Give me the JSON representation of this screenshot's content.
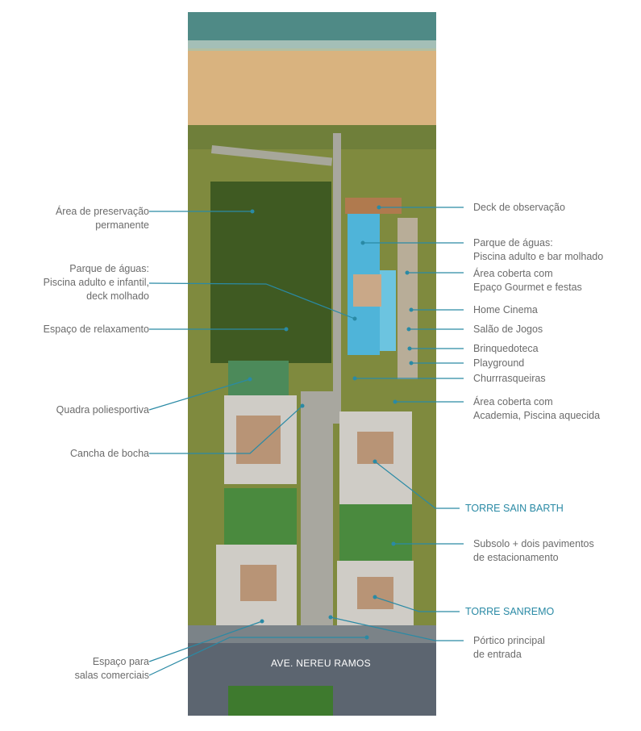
{
  "colors": {
    "leader": "#2a8aa5",
    "label": "#6b6b6b",
    "tower": "#2a8aa5"
  },
  "street": "AVE. NEREU RAMOS",
  "left_labels": [
    {
      "lines": [
        "Área de preservação",
        "permanente"
      ]
    },
    {
      "lines": [
        "Parque de águas:",
        "Piscina adulto e infantil,",
        "deck molhado"
      ]
    },
    {
      "lines": [
        "Espaço de relaxamento"
      ]
    },
    {
      "lines": [
        "Quadra poliesportiva"
      ]
    },
    {
      "lines": [
        "Cancha de bocha"
      ]
    },
    {
      "lines": [
        "Espaço para",
        "salas comerciais"
      ]
    }
  ],
  "right_labels": [
    {
      "lines": [
        "Deck de observação"
      ]
    },
    {
      "lines": [
        "Parque de águas:",
        "Piscina adulto e bar molhado"
      ]
    },
    {
      "lines": [
        "Área coberta com",
        "Epaço Gourmet e festas"
      ]
    },
    {
      "lines": [
        "Home Cinema"
      ]
    },
    {
      "lines": [
        "Salão de Jogos"
      ]
    },
    {
      "lines": [
        "Brinquedoteca"
      ]
    },
    {
      "lines": [
        "Playground"
      ]
    },
    {
      "lines": [
        "Churrrasqueiras"
      ]
    },
    {
      "lines": [
        "Área coberta com",
        "Academia, Piscina aquecida"
      ]
    },
    {
      "lines": [
        "TORRE SAIN BARTH"
      ]
    },
    {
      "lines": [
        "Subsolo + dois pavimentos",
        "de estacionamento"
      ]
    },
    {
      "lines": [
        "TORRE SANREMO"
      ]
    },
    {
      "lines": [
        "Pórtico principal",
        "de entrada"
      ]
    }
  ]
}
